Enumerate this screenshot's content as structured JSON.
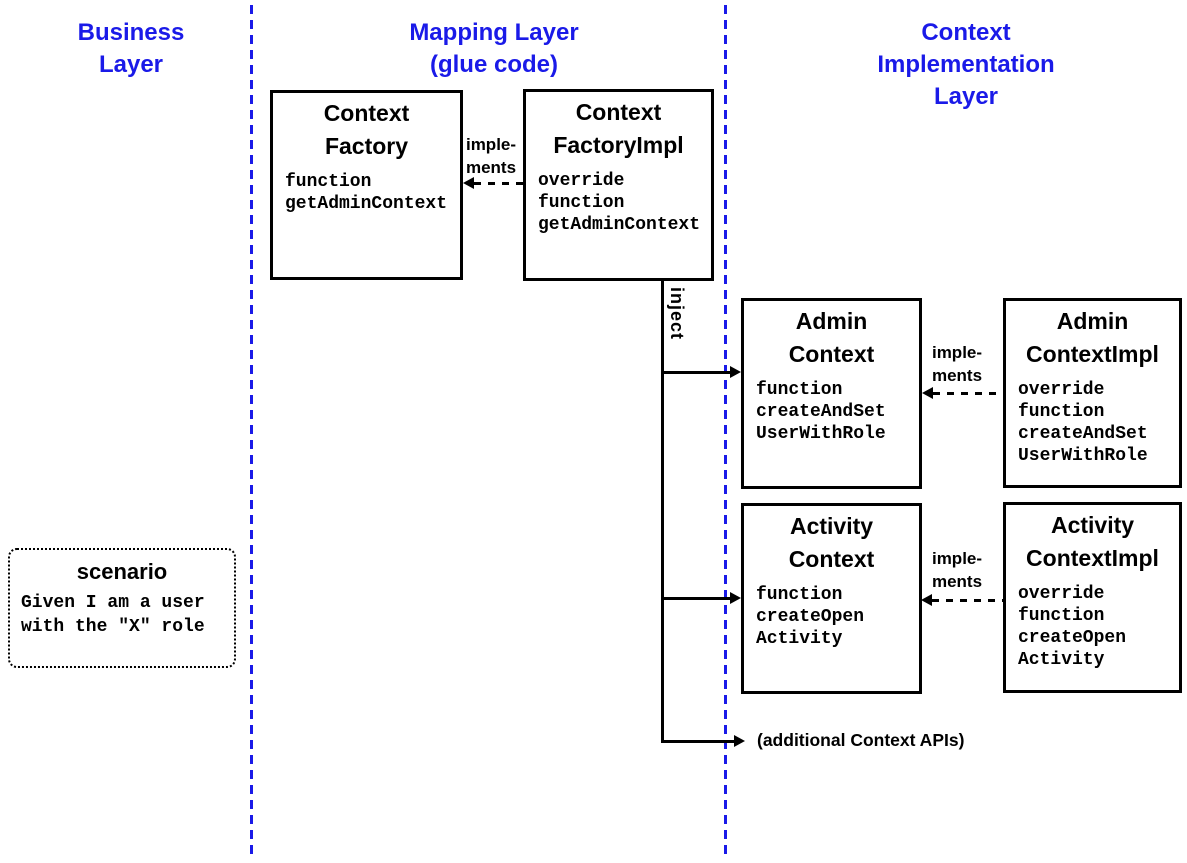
{
  "colors": {
    "accent_blue": "#1a1ae8",
    "ink_black": "#000000",
    "background_white": "#ffffff"
  },
  "layers": {
    "business": {
      "title_lines": [
        "Business",
        "Layer"
      ]
    },
    "mapping": {
      "title_lines": [
        "Mapping Layer",
        "(glue code)"
      ]
    },
    "implementation": {
      "title_lines": [
        "Context",
        "Implementation",
        "Layer"
      ]
    }
  },
  "boxes": {
    "context_factory": {
      "title_lines": [
        "Context",
        "Factory"
      ],
      "body_lines": [
        "function",
        "getAdminContext"
      ]
    },
    "context_factory_impl": {
      "title_lines": [
        "Context",
        "FactoryImpl"
      ],
      "body_lines": [
        "override",
        "function",
        "getAdminContext"
      ]
    },
    "admin_context": {
      "title_lines": [
        "Admin",
        "Context"
      ],
      "body_lines": [
        "function",
        "createAndSet",
        "UserWithRole"
      ]
    },
    "admin_context_impl": {
      "title_lines": [
        "Admin",
        "ContextImpl"
      ],
      "body_lines": [
        "override",
        "function",
        "createAndSet",
        "UserWithRole"
      ]
    },
    "activity_context": {
      "title_lines": [
        "Activity",
        "Context"
      ],
      "body_lines": [
        "function",
        "createOpen",
        "Activity"
      ]
    },
    "activity_context_impl": {
      "title_lines": [
        "Activity",
        "ContextImpl"
      ],
      "body_lines": [
        "override",
        "function",
        "createOpen",
        "Activity"
      ]
    },
    "scenario": {
      "title": "scenario",
      "body_lines": [
        "Given I am a user",
        "with the \"X\" role"
      ]
    }
  },
  "connectors": {
    "factory_implements": {
      "label_lines": [
        "imple-",
        "ments"
      ]
    },
    "admin_implements": {
      "label_lines": [
        "imple-",
        "ments"
      ]
    },
    "activity_implements": {
      "label_lines": [
        "imple-",
        "ments"
      ]
    },
    "inject": {
      "label": "inject"
    },
    "additional_apis": {
      "label": "(additional Context APIs)"
    }
  }
}
